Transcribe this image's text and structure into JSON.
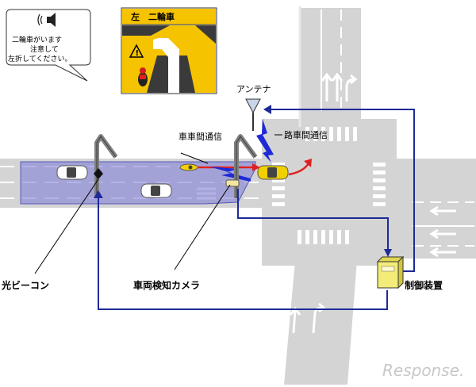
{
  "sign": {
    "title": "左　二輪車"
  },
  "bubble": {
    "line1": "二輪車がいます",
    "line2": "注意して",
    "line3": "左折してください。"
  },
  "labels": {
    "antenna": "アンテナ",
    "v2v": "車車間通信",
    "v2i": "路車間通信",
    "optical_beacon": "光ビーコン",
    "camera": "車両検知カメラ",
    "controller": "制御装置"
  },
  "watermark": {
    "text": "Response."
  },
  "colors": {
    "road": "#d4d4d4",
    "lane_band": "#8080d8",
    "signal_line": "#1e2a96",
    "sign_yellow": "#f5c300",
    "car_yellow": "#f0d000",
    "arrow_red": "#e02020"
  },
  "icons": [
    "speaker-icon",
    "warning-triangle-icon",
    "left-turn-arrow-icon",
    "antenna-icon"
  ]
}
